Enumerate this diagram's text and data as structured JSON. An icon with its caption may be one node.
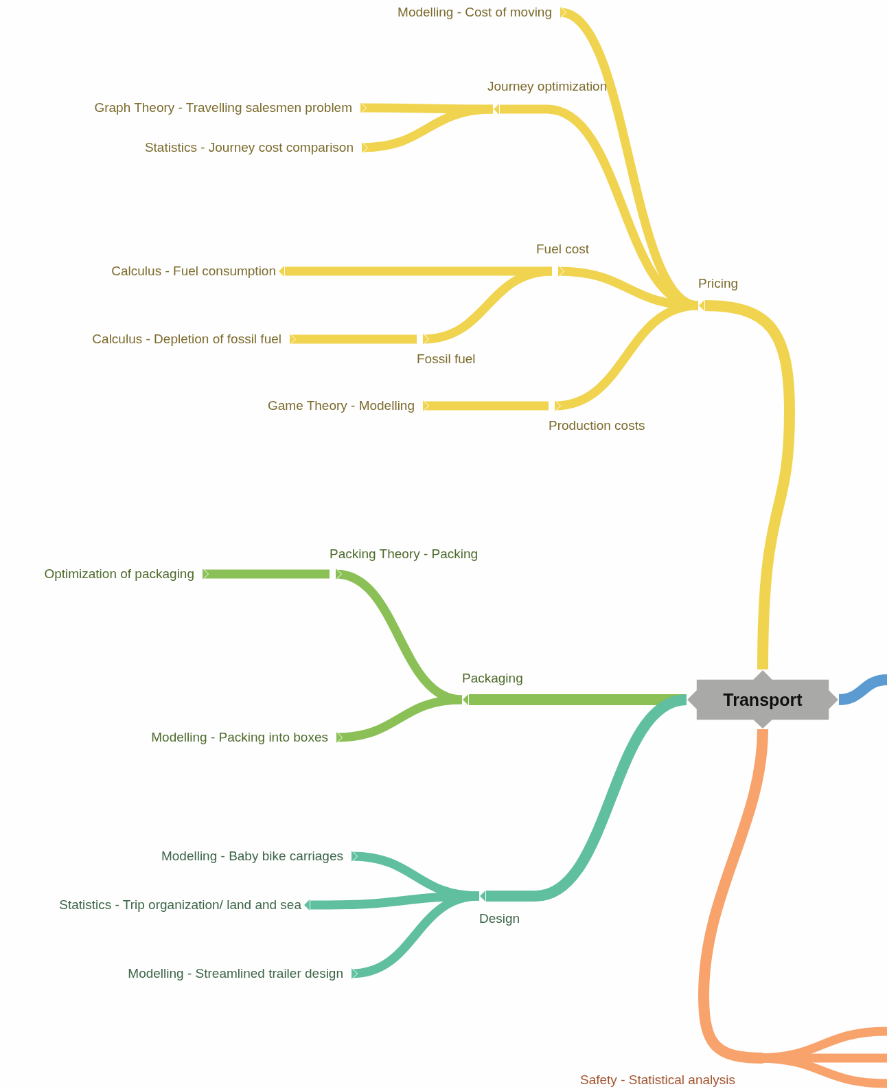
{
  "diagram": {
    "nodes": [
      {
        "text": [
          "Transport"
        ]
      },
      {
        "text": [
          "Pricing"
        ]
      },
      {
        "text": [
          "Modelling - Cost of moving"
        ]
      },
      {
        "text": [
          "Journey optimization"
        ]
      },
      {
        "text": [
          "Graph Theory - Travelling salesmen problem"
        ]
      },
      {
        "text": [
          "Statistics - Journey cost comparison"
        ]
      },
      {
        "text": [
          "Fuel cost"
        ]
      },
      {
        "text": [
          "Calculus - Fuel consumption"
        ]
      },
      {
        "text": [
          "Fossil fuel"
        ]
      },
      {
        "text": [
          "Calculus - Depletion of fossil fuel"
        ]
      },
      {
        "text": [
          "Production costs"
        ]
      },
      {
        "text": [
          "Game Theory - Modelling"
        ]
      },
      {
        "text": [
          "Packaging"
        ]
      },
      {
        "text": [
          "Packing Theory - Packing"
        ]
      },
      {
        "text": [
          "Optimization of packaging"
        ]
      },
      {
        "text": [
          "Modelling - Packing into boxes"
        ]
      },
      {
        "text": [
          "Design"
        ]
      },
      {
        "text": [
          "Modelling - Baby bike carriages"
        ]
      },
      {
        "text": [
          "Statistics - Trip organization/ land and sea"
        ]
      },
      {
        "text": [
          "Modelling - Streamlined trailer design"
        ]
      },
      {
        "text": [
          "Safety - Statistical analysis"
        ]
      }
    ],
    "edges": [
      {
        "from": 0,
        "to": 1,
        "arrow": "to"
      },
      {
        "from": 1,
        "to": 2,
        "arrow": "to"
      },
      {
        "from": 1,
        "to": 3,
        "arrow": "to"
      },
      {
        "from": 3,
        "to": 4,
        "arrow": "to"
      },
      {
        "from": 3,
        "to": 5,
        "arrow": "to"
      },
      {
        "from": 1,
        "to": 6,
        "arrow": "to"
      },
      {
        "from": 6,
        "to": 7,
        "arrow": "to"
      },
      {
        "from": 6,
        "to": 8,
        "arrow": "to"
      },
      {
        "from": 8,
        "to": 9,
        "arrow": "to"
      },
      {
        "from": 1,
        "to": 10,
        "arrow": "to"
      },
      {
        "from": 10,
        "to": 11,
        "arrow": "to"
      },
      {
        "from": 0,
        "to": 12,
        "arrow": "to",
        "color": "#8bc057"
      },
      {
        "from": 12,
        "to": 13,
        "arrow": "to",
        "color": "#8bc057"
      },
      {
        "from": 13,
        "to": 14,
        "arrow": "to",
        "color": "#8bc057"
      },
      {
        "from": 12,
        "to": 15,
        "arrow": "to",
        "color": "#8bc057"
      },
      {
        "from": 0,
        "to": 16,
        "arrow": "to",
        "color": "#5fbf9e"
      },
      {
        "from": 16,
        "to": 17,
        "arrow": "to",
        "color": "#5fbf9e"
      },
      {
        "from": 16,
        "to": 18,
        "arrow": "to",
        "color": "#5fbf9e"
      },
      {
        "from": 16,
        "to": 19,
        "arrow": "to",
        "color": "#5fbf9e"
      },
      {
        "from": 0,
        "to": 20,
        "arrow": "to",
        "color": "#f8a26c"
      },
      {
        "from": 20,
        "to": null,
        "arrow": "none",
        "color": "#f8a26c"
      },
      {
        "from": 20,
        "to": null,
        "arrow": "none",
        "color": "#f8a26c"
      },
      {
        "from": 20,
        "to": null,
        "arrow": "none",
        "color": "#f8a26c"
      },
      {
        "from": 0,
        "to": null,
        "arrow": "none",
        "color": "#5c9bd1"
      }
    ]
  }
}
